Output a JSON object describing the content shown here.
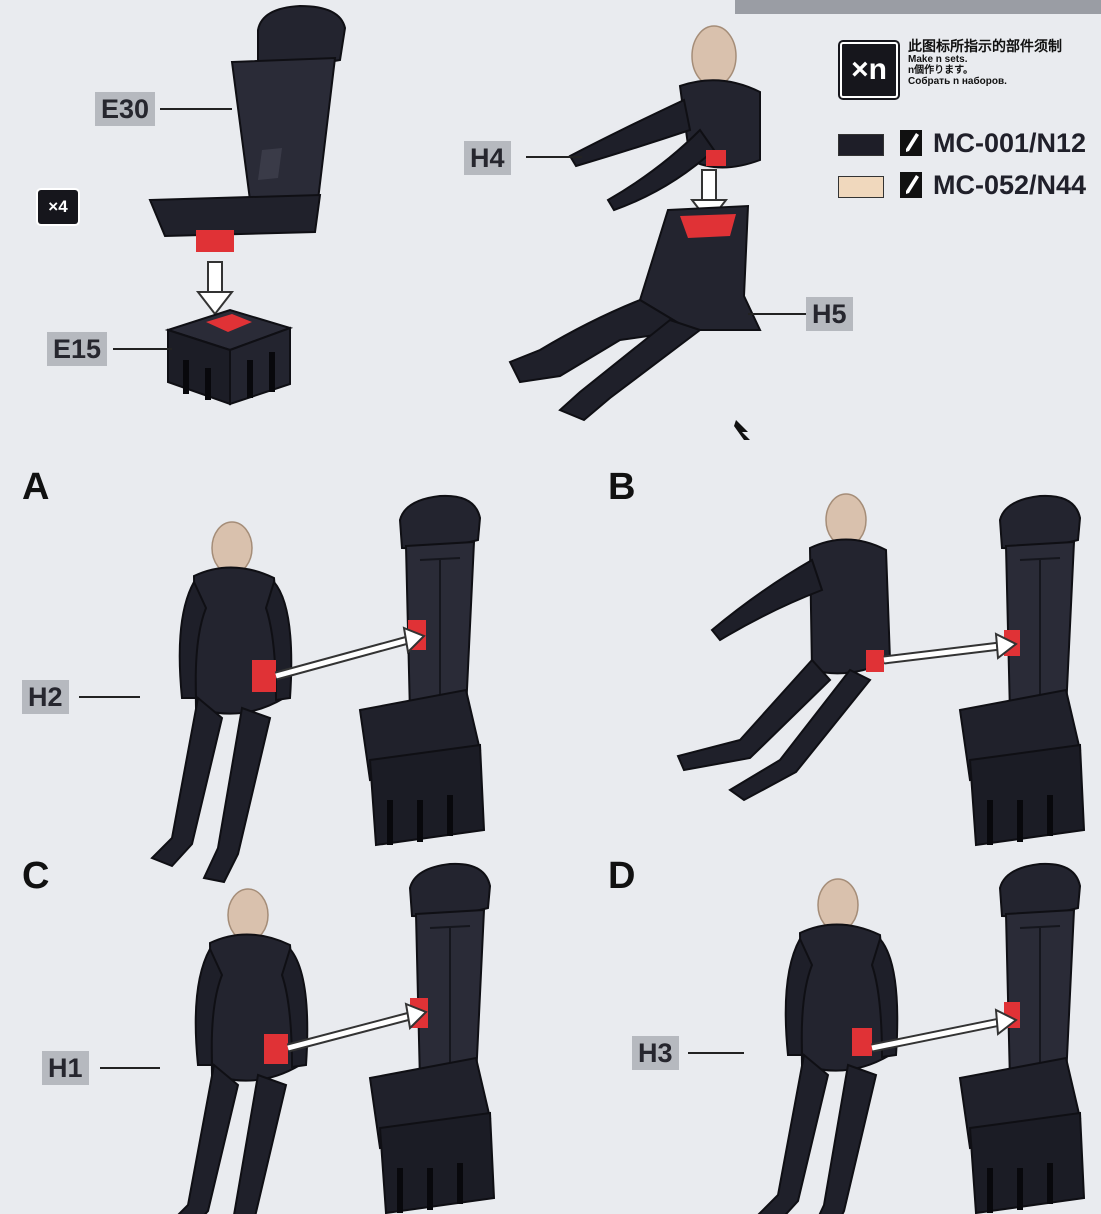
{
  "legend": {
    "badge_label": "×n",
    "note_zh": "此图标所指示的部件须制",
    "note_en": "Make n sets.",
    "note_ja": "n個作ります。",
    "note_ru": "Собрать n наборов.",
    "paints": [
      {
        "code": "MC-001/N12",
        "color": "#1e1e28"
      },
      {
        "code": "MC-052/N44",
        "color": "#f0d8bd"
      }
    ]
  },
  "qty_badge": "×4",
  "parts": {
    "e30": "E30",
    "e15": "E15",
    "h4": "H4",
    "h5": "H5",
    "h2": "H2",
    "h1": "H1",
    "h3": "H3"
  },
  "steps": {
    "a": "A",
    "b": "B",
    "c": "C",
    "d": "D"
  },
  "colors": {
    "part_dark": "#23242f",
    "attach_red": "#e03236",
    "skin": "#d9c1ad",
    "label_bg": "#b6b9bf",
    "background": "#e9ebef"
  }
}
